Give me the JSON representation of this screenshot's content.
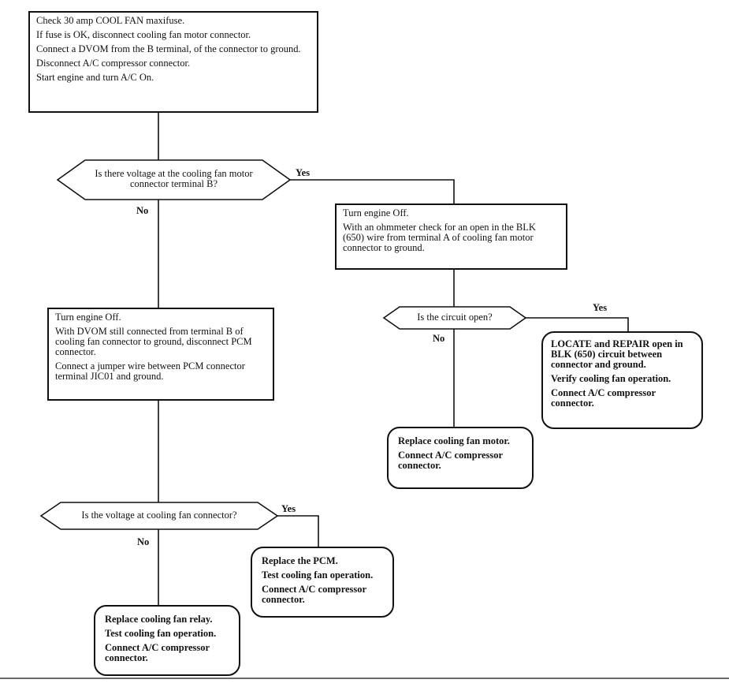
{
  "boxes": {
    "start": [
      "Check 30 amp COOL FAN maxifuse.",
      "If fuse is OK, disconnect cooling fan motor connector.",
      "Connect a DVOM from the B terminal, of the connector to ground.",
      "Disconnect A/C compressor connector.",
      "Start engine and turn A/C On."
    ],
    "check_wire": [
      "Turn engine Off.",
      "With an ohmmeter check for an open in the BLK (650) wire from terminal A of cooling fan motor connector to ground."
    ],
    "jumper": [
      "Turn engine Off.",
      "With DVOM still connected from terminal B of cooling fan connector to ground, disconnect PCM connector.",
      "Connect a jumper wire between PCM connector terminal JIC01 and ground."
    ],
    "repair_open": [
      "LOCATE and REPAIR open in BLK (650) circuit between connector and ground.",
      "Verify cooling fan operation.",
      "Connect A/C compressor connector."
    ],
    "replace_motor": [
      "Replace cooling fan motor.",
      "Connect A/C compressor connector."
    ],
    "replace_pcm": [
      "Replace the PCM.",
      "Test cooling fan operation.",
      "Connect A/C compressor connector."
    ],
    "replace_relay": [
      "Replace cooling fan relay.",
      "Test cooling fan operation.",
      "Connect A/C compressor connector."
    ]
  },
  "decisions": {
    "voltage_b": "Is there voltage at the cooling fan motor connector terminal B?",
    "circuit_open": "Is the circuit open?",
    "voltage_fan": "Is the voltage at cooling fan connector?"
  },
  "labels": {
    "yes1": "Yes",
    "no1": "No",
    "yes2": "Yes",
    "no2": "No",
    "yes3": "Yes",
    "no3": "No"
  },
  "colors": {
    "line": "#111111"
  }
}
